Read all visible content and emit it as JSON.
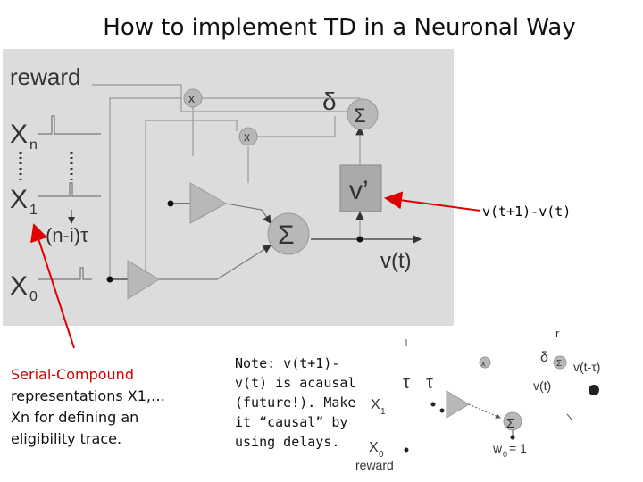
{
  "slide": {
    "title": "How to implement TD in a Neuronal Way"
  },
  "diagram": {
    "reward": "reward",
    "x_n": "X",
    "x_n_sub": "n",
    "x_1": "X",
    "x_1_sub": "1",
    "x_0": "X",
    "x_0_sub": "0",
    "delay": "(n-i)τ",
    "delta": "δ",
    "sigma": "Σ",
    "v_prime": "v’",
    "v_t": "v(t)",
    "mult": "x"
  },
  "annotations": {
    "v_diff": "v(t+1)-v(t)",
    "serial_compound_red": "Serial-Compound",
    "serial_compound_rest": "representations X1,…Xn for defining an eligibility trace.",
    "note": "Note: v(t+1)-v(t) is acausal (future!). Make it “causal” by using delays."
  },
  "mini_diagram": {
    "r": "r",
    "delta": "δ",
    "sigma": "Σ",
    "v_t_minus_tau": "v(t-τ)",
    "v_t": "v(t)",
    "tau": "τ",
    "x_1": "X",
    "x_1_sub": "1",
    "x_0": "X",
    "x_0_sub": "0",
    "reward": "reward",
    "w0": "w",
    "w0_sub": "0",
    "w0_eq": " = 1",
    "mult": "x"
  },
  "colors": {
    "panel": "#dcdcdc",
    "arrow_red": "#e00000",
    "text_red": "#d00000",
    "node_gray": "#b8b8b8"
  }
}
